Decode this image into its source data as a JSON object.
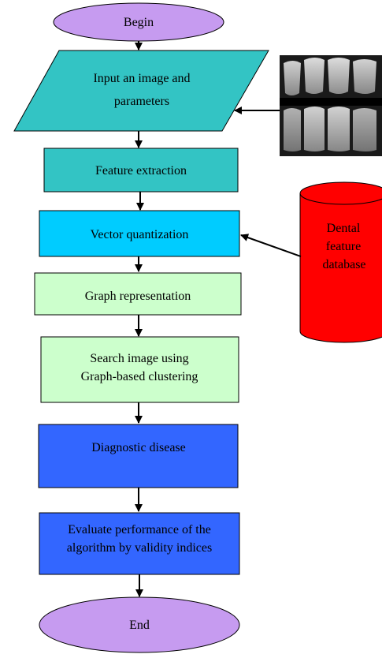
{
  "nodes": {
    "begin": {
      "label": "Begin",
      "fill": "#c69bf0"
    },
    "input": {
      "line1": "Input an image and",
      "line2": "parameters",
      "fill": "#33c4c4"
    },
    "feature": {
      "label": "Feature extraction",
      "fill": "#33c4c4"
    },
    "vector": {
      "label": "Vector quantization",
      "fill": "#00ccff"
    },
    "graph": {
      "label": "Graph representation",
      "fill": "#ccffcc"
    },
    "search": {
      "line1": "Search image using",
      "line2": "Graph-based clustering",
      "fill": "#ccffcc"
    },
    "diagnostic": {
      "label": "Diagnostic disease",
      "fill": "#3366ff"
    },
    "evaluate": {
      "line1": "Evaluate performance of the",
      "line2": "algorithm by validity indices",
      "fill": "#3366ff"
    },
    "end": {
      "label": "End",
      "fill": "#c69bf0"
    }
  },
  "database": {
    "line1": "Dental",
    "line2": "feature",
    "line3": "database",
    "fill": "#ff0000"
  },
  "xray_image": {
    "icon": "dental-xray-image"
  }
}
